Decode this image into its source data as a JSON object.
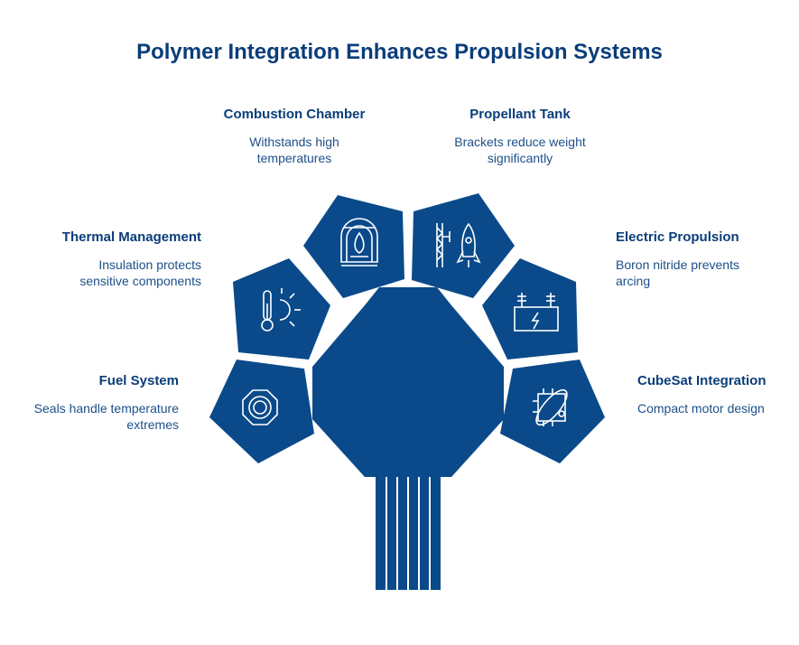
{
  "title": "Polymer Integration Enhances Propulsion Systems",
  "colors": {
    "primary": "#0a4a8a",
    "text": "#0a3d7a",
    "icon_stroke": "#ffffff"
  },
  "items": [
    {
      "key": "fuel",
      "heading": "Fuel System",
      "desc_lines": [
        "Seals handle temperature",
        "extremes"
      ],
      "icon": "seal-ring-icon"
    },
    {
      "key": "thermal",
      "heading": "Thermal Management",
      "desc_lines": [
        "Insulation protects",
        "sensitive components"
      ],
      "icon": "thermometer-heat-icon"
    },
    {
      "key": "combustion",
      "heading": "Combustion Chamber",
      "desc_lines": [
        "Withstands high",
        "temperatures"
      ],
      "icon": "furnace-flame-icon"
    },
    {
      "key": "tank",
      "heading": "Propellant Tank",
      "desc_lines": [
        "Brackets reduce weight",
        "significantly"
      ],
      "icon": "rocket-bracket-icon"
    },
    {
      "key": "electric",
      "heading": "Electric Propulsion",
      "desc_lines": [
        "Boron nitride prevents",
        "arcing"
      ],
      "icon": "electric-battery-icon"
    },
    {
      "key": "cubesat",
      "heading": "CubeSat Integration",
      "desc_lines": [
        "Compact motor design"
      ],
      "icon": "chip-orbit-icon"
    }
  ]
}
